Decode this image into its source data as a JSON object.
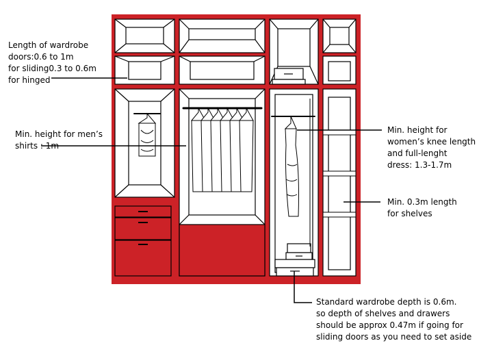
{
  "colors": {
    "frame_red": "#cc2227",
    "line": "#000000",
    "background": "#ffffff"
  },
  "labels": {
    "door_length": [
      "Length of wardrobe",
      "doors:0.6 to 1m",
      "for sliding0.3 to 0.6m",
      "for hinged"
    ],
    "mens_shirts": [
      "Min. height for men’s",
      "shirts : 1m"
    ],
    "womens_dress": [
      "Min. height for",
      "women’s knee length",
      "and full-lenght",
      "dress: 1.3-1.7m"
    ],
    "shelves": [
      "Min. 0.3m length",
      "for shelves"
    ],
    "depth": [
      "Standard wardrobe depth is 0.6m.",
      "so depth of shelves and drawers",
      "should be approx 0.47m if going for",
      "sliding doors as you need to set aside"
    ]
  }
}
